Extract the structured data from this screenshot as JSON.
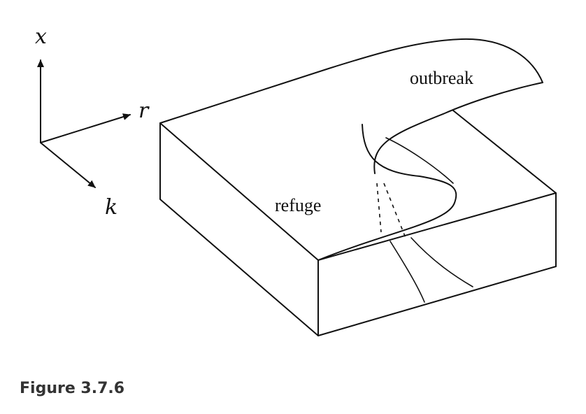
{
  "axes": {
    "x_label": "x",
    "r_label": "r",
    "k_label": "k"
  },
  "regions": {
    "outbreak": "outbreak",
    "refuge": "refuge"
  },
  "caption": "Figure 3.7.6",
  "colors": {
    "ink": "#111111",
    "caption": "#333333",
    "background": "#ffffff"
  }
}
